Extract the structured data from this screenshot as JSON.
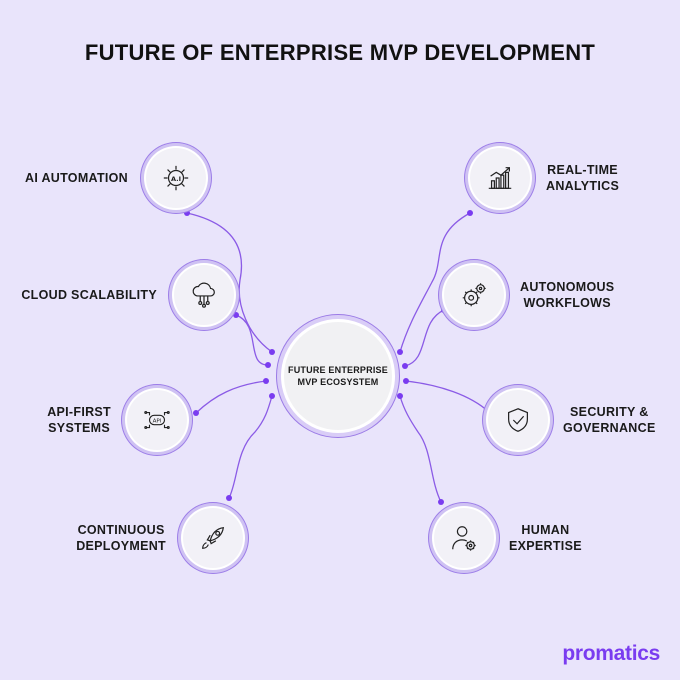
{
  "title": "FUTURE OF ENTERPRISE MVP DEVELOPMENT",
  "center": {
    "label": "FUTURE ENTERPRISE\nMVP ECOSYSTEM"
  },
  "nodes": [
    {
      "label": "AI AUTOMATION",
      "icon": "ai-chip-icon"
    },
    {
      "label": "CLOUD SCALABILITY",
      "icon": "cloud-network-icon"
    },
    {
      "label": "API-FIRST\nSYSTEMS",
      "icon": "api-icon"
    },
    {
      "label": "CONTINUOUS\nDEPLOYMENT",
      "icon": "rocket-icon"
    },
    {
      "label": "REAL-TIME\nANALYTICS",
      "icon": "bar-chart-icon"
    },
    {
      "label": "AUTONOMOUS\nWORKFLOWS",
      "icon": "gears-icon"
    },
    {
      "label": "SECURITY &\nGOVERNANCE",
      "icon": "shield-check-icon"
    },
    {
      "label": "HUMAN\nEXPERTISE",
      "icon": "person-gear-icon"
    }
  ],
  "logo": "promatics",
  "colors": {
    "background": "#e9e4fb",
    "accent": "#7a3cf0",
    "line": "#8b5be6"
  }
}
